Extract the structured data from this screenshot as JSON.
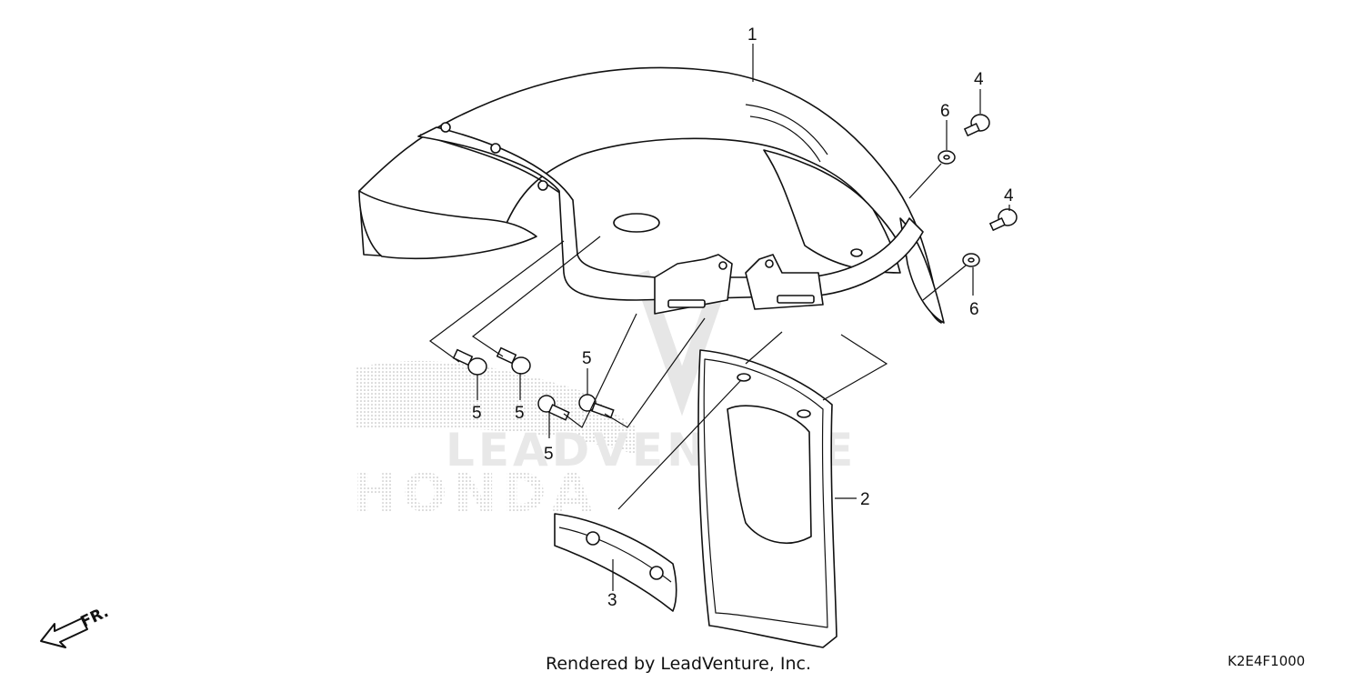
{
  "watermark": {
    "company": "LEADVENTURE",
    "brand": "HONDA"
  },
  "callouts": [
    {
      "part": "1",
      "label": "1"
    },
    {
      "part": "2",
      "label": "2"
    },
    {
      "part": "3",
      "label": "3"
    },
    {
      "part": "4-upper",
      "label": "4"
    },
    {
      "part": "4-lower",
      "label": "4"
    },
    {
      "part": "5-a",
      "label": "5"
    },
    {
      "part": "5-b",
      "label": "5"
    },
    {
      "part": "5-c",
      "label": "5"
    },
    {
      "part": "5-d",
      "label": "5"
    },
    {
      "part": "6-upper",
      "label": "6"
    },
    {
      "part": "6-lower",
      "label": "6"
    }
  ],
  "direction": {
    "label": "FR."
  },
  "footer": {
    "credit": "Rendered by LeadVenture, Inc.",
    "diagram_code": "K2E4F1000"
  }
}
